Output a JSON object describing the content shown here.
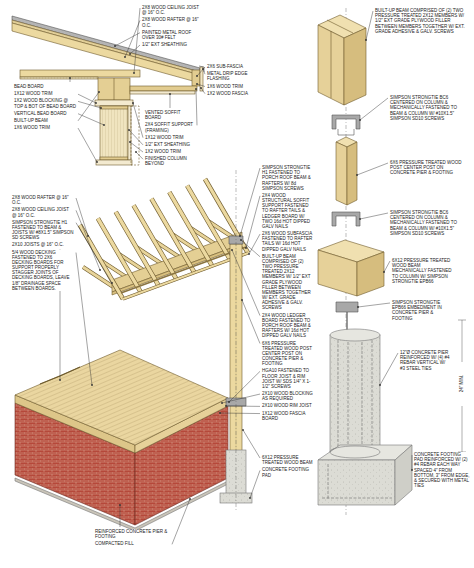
{
  "diagram": {
    "labels": [
      "2X8 WOOD CEILING JOIST @ 16\" O.C.",
      "2X8 WOOD RAFTER @ 16\" O.C.",
      "PAINTED METAL ROOF OVER 30# FELT",
      "1/2\" EXT SHEATHING",
      "2X6 SUB-FASCIA",
      "METAL DRIP EDGE FLASHING",
      "1X6 WOOD TRIM",
      "1X2 WOOD FASCIA",
      "BEAD BOARD",
      "1X12 WOOD TRIM",
      "1X2 WOOD BLOCKING @ TOP & BOT OF BEAD BOARD",
      "VERTICAL BEAD BOARD",
      "BUILT-UP BEAM",
      "1X6 WOOD TRIM",
      "VENTED SOFFIT BOARD",
      "2X4 SOFFIT SUPPORT (FRAMING)",
      "1X12 WOOD TRIM",
      "1/2\" EXT SHEATHING",
      "1X2 WOOD TRIM",
      "FINISHED COLUMN BEYOND",
      "2X8 WOOD RAFTER @ 16\" O.C.",
      "2X8 WOOD CEILING JOIST @ 16\" O.C.",
      "SIMPSON STRONGTIE H1 FASTENED TO BEAM & JOISTS W/ #8X1.5\" SIMPSON SD SCREWS",
      "2X10 JOISTS @ 16\" O.C.",
      "5/4 WOOD DECKING FASTENED TO 2X6 DECKING BOARDS FOR SUPPORT PROPERLY STAGGER JOINTS OF DECKING BOARDS, LEAVE 1/8\" DRAINAGE SPACE BETWEEN BOARDS.",
      "SIMPSON STRONGTIE H1 FASTENED TO PORCH ROOF BEAM & RAFTERS W/ 8d SIMPSON SCREWS",
      "2X4 WOOD STRUCTURAL SOFFIT SUPPORT FASTENED TO RAFTER TAILS & LEDGER BOARD W/ TWO 16d HOT DIPPED GALV NAILS",
      "2X6 WOOD SUBFASCIA FASTENED TO RAFTER TAILS W/ 16d HOT DIPPED GALV NAILS",
      "BUILT-UP BEAM COMPRISED OF (2) TWO PRESSURE TREATED 2X12 MEMBERS W/ 1/2\" EXT GRADE PLYWOOD FILLER BETWEEN MEMBERS TOGETHER W/ EXT. GRADE ADHESIVE & GALV. SCREWS",
      "2X4 WOOD LEDGER BOARD FASTENED TO PORCH ROOF BEAM & RAFTERS W/ 16d HOT DIPPED GALV NAILS",
      "6X6 PRESSURE TREATED WOOD POST CENTER POST ON CONCRETE PIER & FOOTING",
      "HGA10 FASTENED TO FLOOR JOIST & RIM JOIST W/ SDS 1/4\" X 1-1/2\" SCREWS",
      "2X10 WOOD BLOCKING AS REQUIRED",
      "2X10 WOOD RIM JOIST",
      "1X12 WOOD FASCIA BOARD",
      "6X12 PRESSURE TREATED WOOD BEAM",
      "CONCRETE FOOTING PAD",
      "REINFORCED CONCRETE PIER & FOOTING",
      "COMPACTED FILL",
      "BUILT-UP BEAM COMPRISED OF (2) TWO PRESSURE TREATED 2X12 MEMBERS W/ 1/2\" EXT GRADE PLYWOOD FILLER BETWEEN MEMBERS TOGETHER W/ EXT. GRADE ADHESIVE & GALV. SCREWS",
      "SIMPSON STRONGTIE BC6 CENTERED ON COLUMN & MECHANICALLY FASTENED TO BEAM & COLUMN W/ #10X1.5\" SIMPSON SD10 SCREWS",
      "6X6 PRESSURE TREATED WOOD POST CENTER POST ON CONCRETE PIER & FOOTING",
      "SIMPSON STRONGTIE BC6 CENTERED ON COLUMN & MECHANICALLY FASTENED TO BEAM & COLUMN W/ #10X1.5\" SIMPSON SD10 SCREWS",
      "6X12 PRESSURE TREATED WOOD BEAM MECHANICALLY FASTENED TO COLUMN W/ SIMPSON STRONGTIE EPB66",
      "SIMPSON STRONGTIE EPB66 EMBEDMENT IN CONCRETE PIER & FOOTING",
      "12\"Ø CONCRETE PIER REINFORCED W/ (4) #4 REBAR VERTICAL W/ #3 STEEL TIES",
      "CONCRETE FOOTING PAD REINFORCED W/ (2) #4 REBAR EACH WAY SPACED 4\" FROM BOTTOM, 3\" FROM EDGE, & SECURED WITH METAL TIES",
      "24\" MIN."
    ]
  }
}
